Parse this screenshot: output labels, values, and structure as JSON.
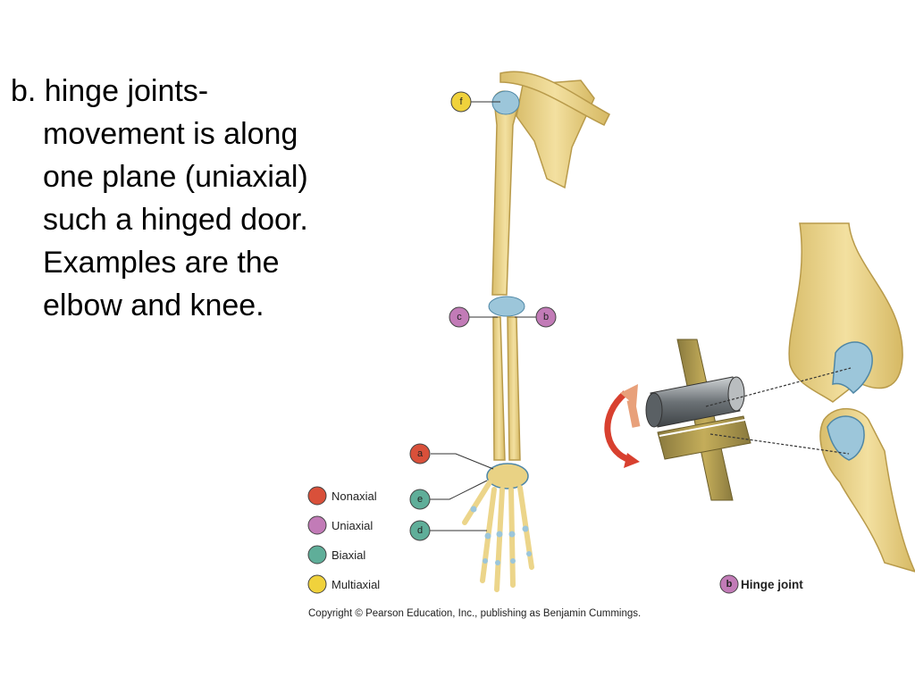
{
  "slide": {
    "text": "b. hinge joints-movement is along one plane (uniaxial) such a hinged door. Examples are the elbow and knee."
  },
  "diagram": {
    "labels": [
      {
        "id": "a",
        "letter": "a",
        "type": "nonaxial"
      },
      {
        "id": "b",
        "letter": "b",
        "type": "uniaxial"
      },
      {
        "id": "c",
        "letter": "c",
        "type": "uniaxial"
      },
      {
        "id": "d",
        "letter": "d",
        "type": "biaxial"
      },
      {
        "id": "e",
        "letter": "e",
        "type": "biaxial"
      },
      {
        "id": "f",
        "letter": "f",
        "type": "multiaxial"
      }
    ],
    "legend": [
      {
        "label": "Nonaxial",
        "color": "#d9503a"
      },
      {
        "label": "Uniaxial",
        "color": "#c27bb7"
      },
      {
        "label": "Biaxial",
        "color": "#5fae99"
      },
      {
        "label": "Multiaxial",
        "color": "#f0d23c"
      }
    ],
    "hinge_caption": {
      "letter": "b",
      "text": "Hinge joint"
    },
    "copyright": "Copyright © Pearson Education, Inc., publishing as Benjamin Cummings.",
    "colors": {
      "bone": "#ecd58a",
      "bone_outline": "#b89a4a",
      "cartilage": "#9cc6da",
      "cartilage_dark": "#4f87a6",
      "cylinder": "#7e8589",
      "rotation_arrow": "#d8402f"
    }
  }
}
